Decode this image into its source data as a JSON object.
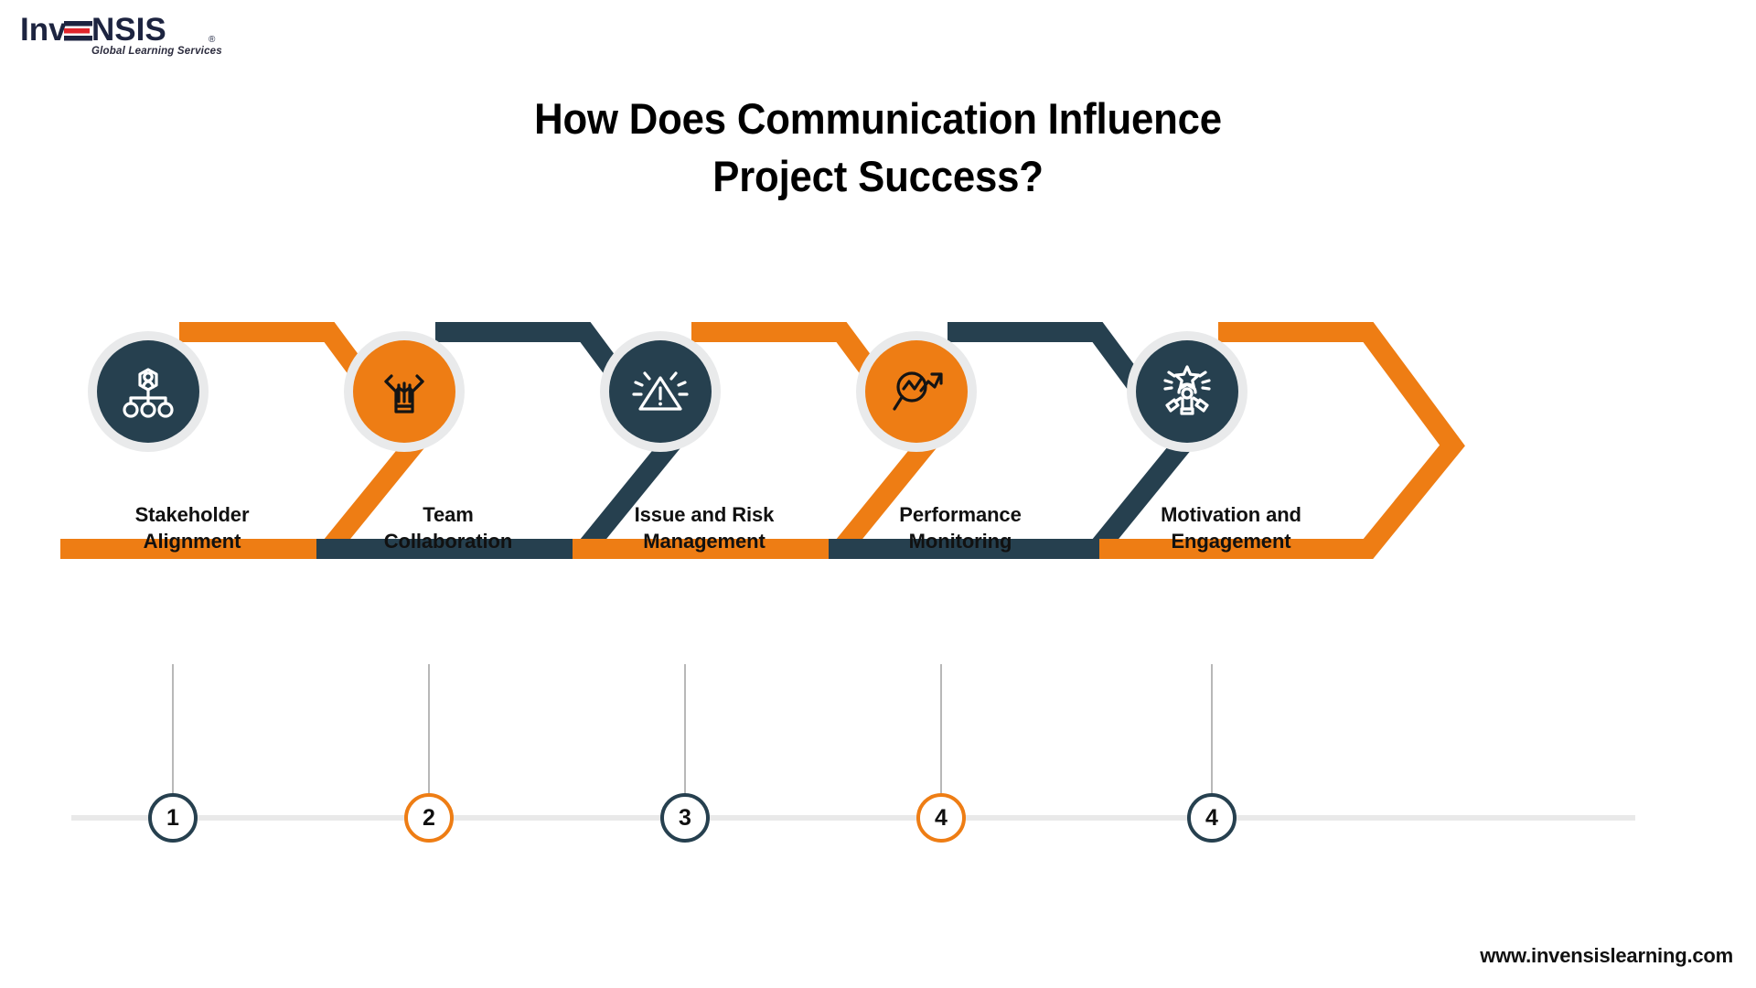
{
  "brand": {
    "logo_text_1": "Inv",
    "logo_text_2": "NSIS",
    "logo_tagline": "Global Learning Services",
    "logo_registered": "®",
    "navy": "#26404f",
    "orange": "#ee7d14",
    "red": "#e1262c",
    "ring_gray": "#e9eaeb",
    "baseline_gray": "#e9e9e9",
    "connector_gray": "#b8b8b8"
  },
  "title": {
    "line1": "How Does Communication Influence",
    "line2": "Project Success?"
  },
  "footer": {
    "url": "www.invensislearning.com"
  },
  "steps": [
    {
      "number": "1",
      "label_line1": "Stakeholder",
      "label_line2": "Alignment",
      "color": "#ee7d14",
      "disc": "navy",
      "icon": "org-chart-stakeholder-icon"
    },
    {
      "number": "2",
      "label_line1": "Team",
      "label_line2": "Collaboration",
      "color": "#26404f",
      "disc": "orange",
      "icon": "joined-hands-teamwork-icon"
    },
    {
      "number": "3",
      "label_line1": "Issue and Risk",
      "label_line2": "Management",
      "color": "#ee7d14",
      "disc": "navy",
      "icon": "warning-triangle-icon"
    },
    {
      "number": "4",
      "label_line1": "Performance",
      "label_line2": "Monitoring",
      "color": "#26404f",
      "disc": "orange",
      "icon": "magnifier-trend-chart-icon"
    },
    {
      "number": "4",
      "label_line1": "Motivation and",
      "label_line2": "Engagement",
      "color": "#ee7d14",
      "disc": "navy",
      "icon": "star-celebration-teamwork-icon"
    }
  ]
}
